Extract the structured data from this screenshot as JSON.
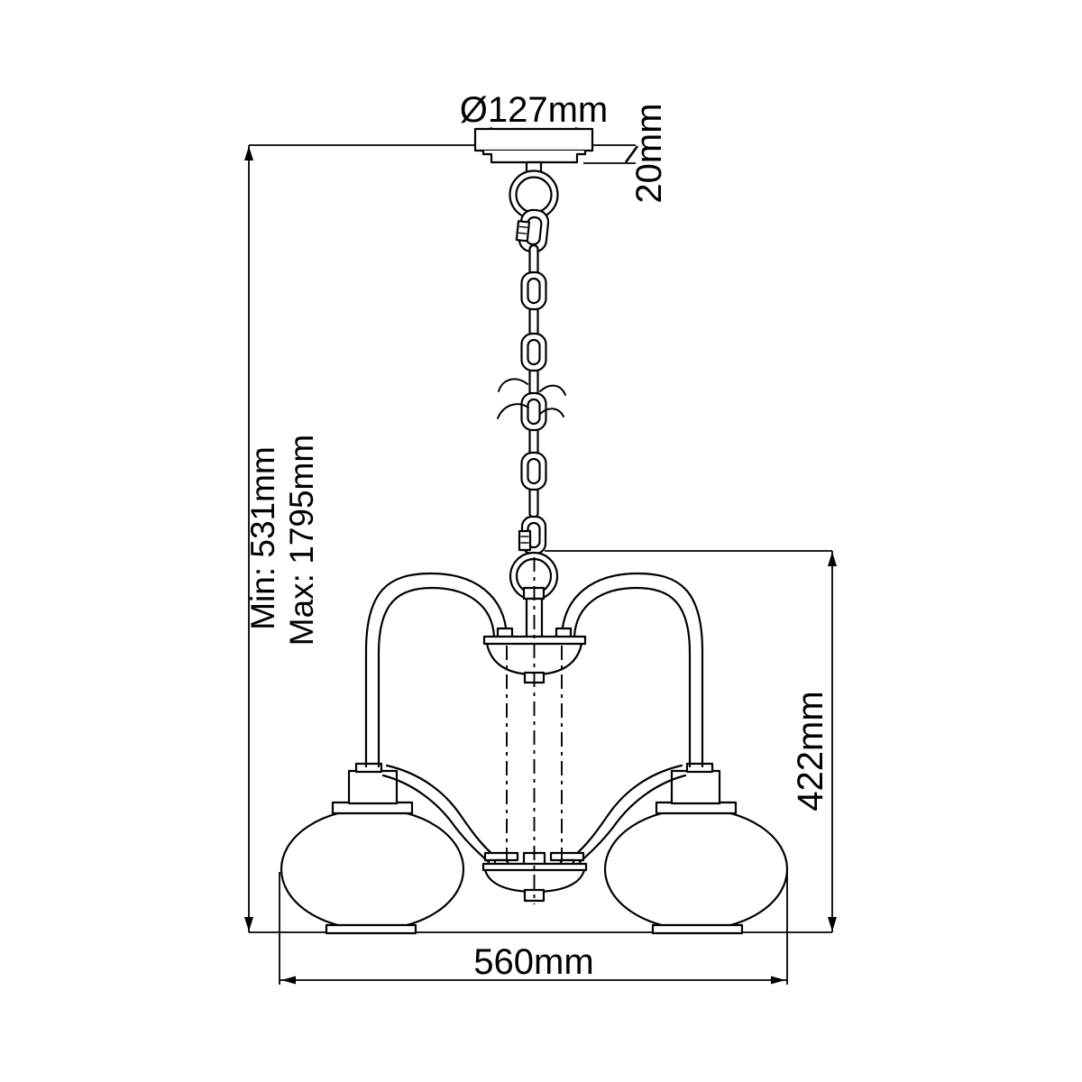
{
  "labels": {
    "canopy_diameter": "Ø127mm",
    "canopy_height": "20mm",
    "min_drop": "Min: 531mm",
    "max_drop": "Max: 1795mm",
    "fixture_height": "422mm",
    "fixture_width": "560mm"
  },
  "colors": {
    "line": "#000000",
    "background": "#ffffff"
  }
}
